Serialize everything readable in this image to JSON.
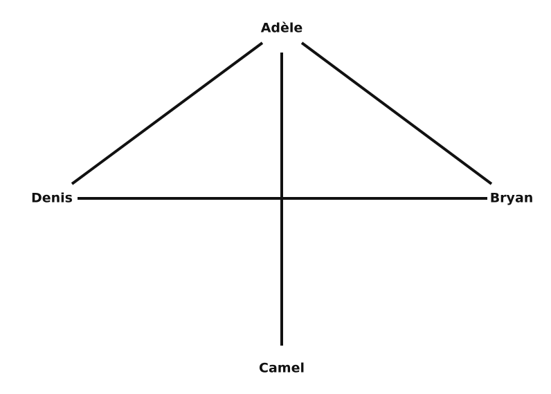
{
  "diagram": {
    "nodes": [
      {
        "id": "adele",
        "label": "Adèle"
      },
      {
        "id": "denis",
        "label": "Denis"
      },
      {
        "id": "bryan",
        "label": "Bryan"
      },
      {
        "id": "camel",
        "label": "Camel"
      }
    ],
    "edges": [
      {
        "from": "adele",
        "to": "denis"
      },
      {
        "from": "adele",
        "to": "bryan"
      },
      {
        "from": "adele",
        "to": "camel"
      },
      {
        "from": "denis",
        "to": "bryan"
      }
    ],
    "colors": {
      "line": "#111111",
      "text": "#111111",
      "background": "#ffffff"
    }
  }
}
